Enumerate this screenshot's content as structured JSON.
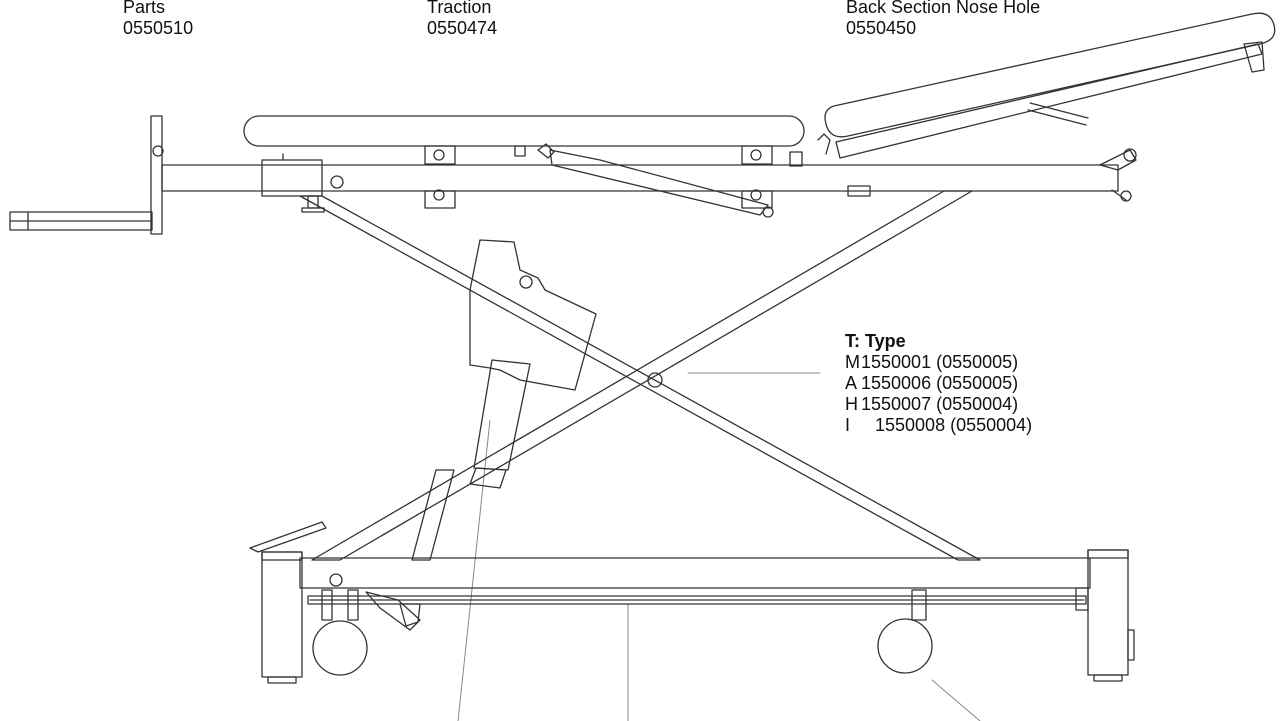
{
  "labels": {
    "parts": {
      "name": "Parts",
      "code": "0550510"
    },
    "traction": {
      "name": "Traction",
      "code": "0550474"
    },
    "back_section": {
      "name": "Back Section Nose Hole",
      "code": "0550450"
    }
  },
  "legend": {
    "title": "T: Type",
    "rows": [
      {
        "letter": "M",
        "text": "1550001 (0550005)"
      },
      {
        "letter": "A",
        "text": "1550006 (0550005)"
      },
      {
        "letter": "H",
        "text": "1550007 (0550004)"
      },
      {
        "letter": "I",
        "text": "1550008 (0550004)"
      }
    ]
  },
  "colors": {
    "line": "#333333",
    "leader": "#888888",
    "background": "#ffffff"
  }
}
